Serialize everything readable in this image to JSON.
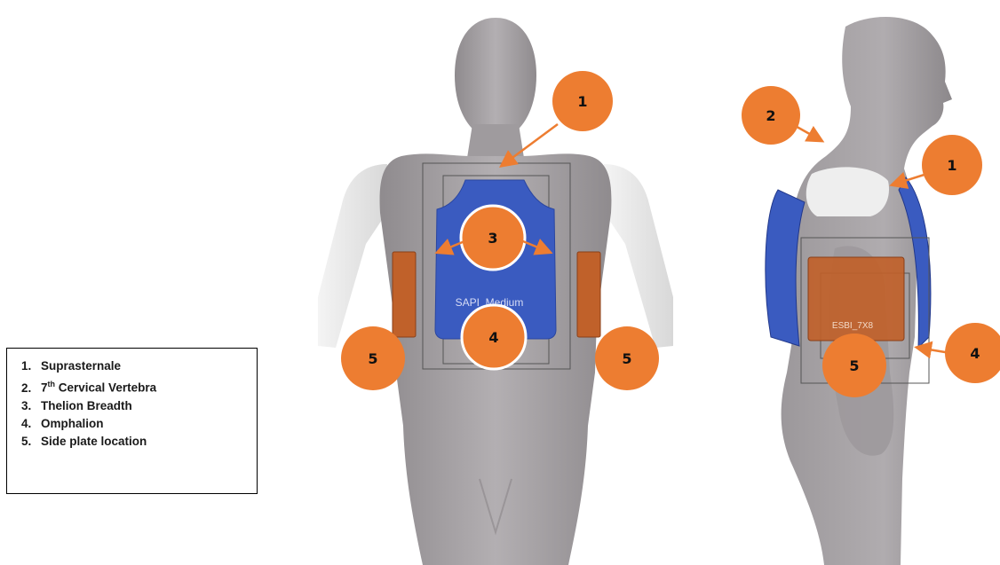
{
  "legend": {
    "items": [
      {
        "num": "1.",
        "text": "Suprasternale"
      },
      {
        "num": "2.",
        "text_pre": "7",
        "text_sup": "th",
        "text_post": " Cervical Vertebra"
      },
      {
        "num": "3.",
        "text": "Thelion Breadth"
      },
      {
        "num": "4.",
        "text": "Omphalion"
      },
      {
        "num": "5.",
        "text": "Side plate location"
      }
    ]
  },
  "front": {
    "plate_label": "SAPI_Medium",
    "markers": {
      "m1": "1",
      "m3": "3",
      "m4": "4",
      "m5_left": "5",
      "m5_right": "5"
    }
  },
  "side": {
    "plate_label": "ESBI_7X8",
    "markers": {
      "m1": "1",
      "m2": "2",
      "m4": "4",
      "m5": "5"
    }
  },
  "colors": {
    "marker": "#ED7D31",
    "body": "#a5a1a4",
    "sleeve": "#e6e6e6",
    "front_plate": "#3a5bc0",
    "side_plate": "#c0612a",
    "outline": "#555555"
  }
}
